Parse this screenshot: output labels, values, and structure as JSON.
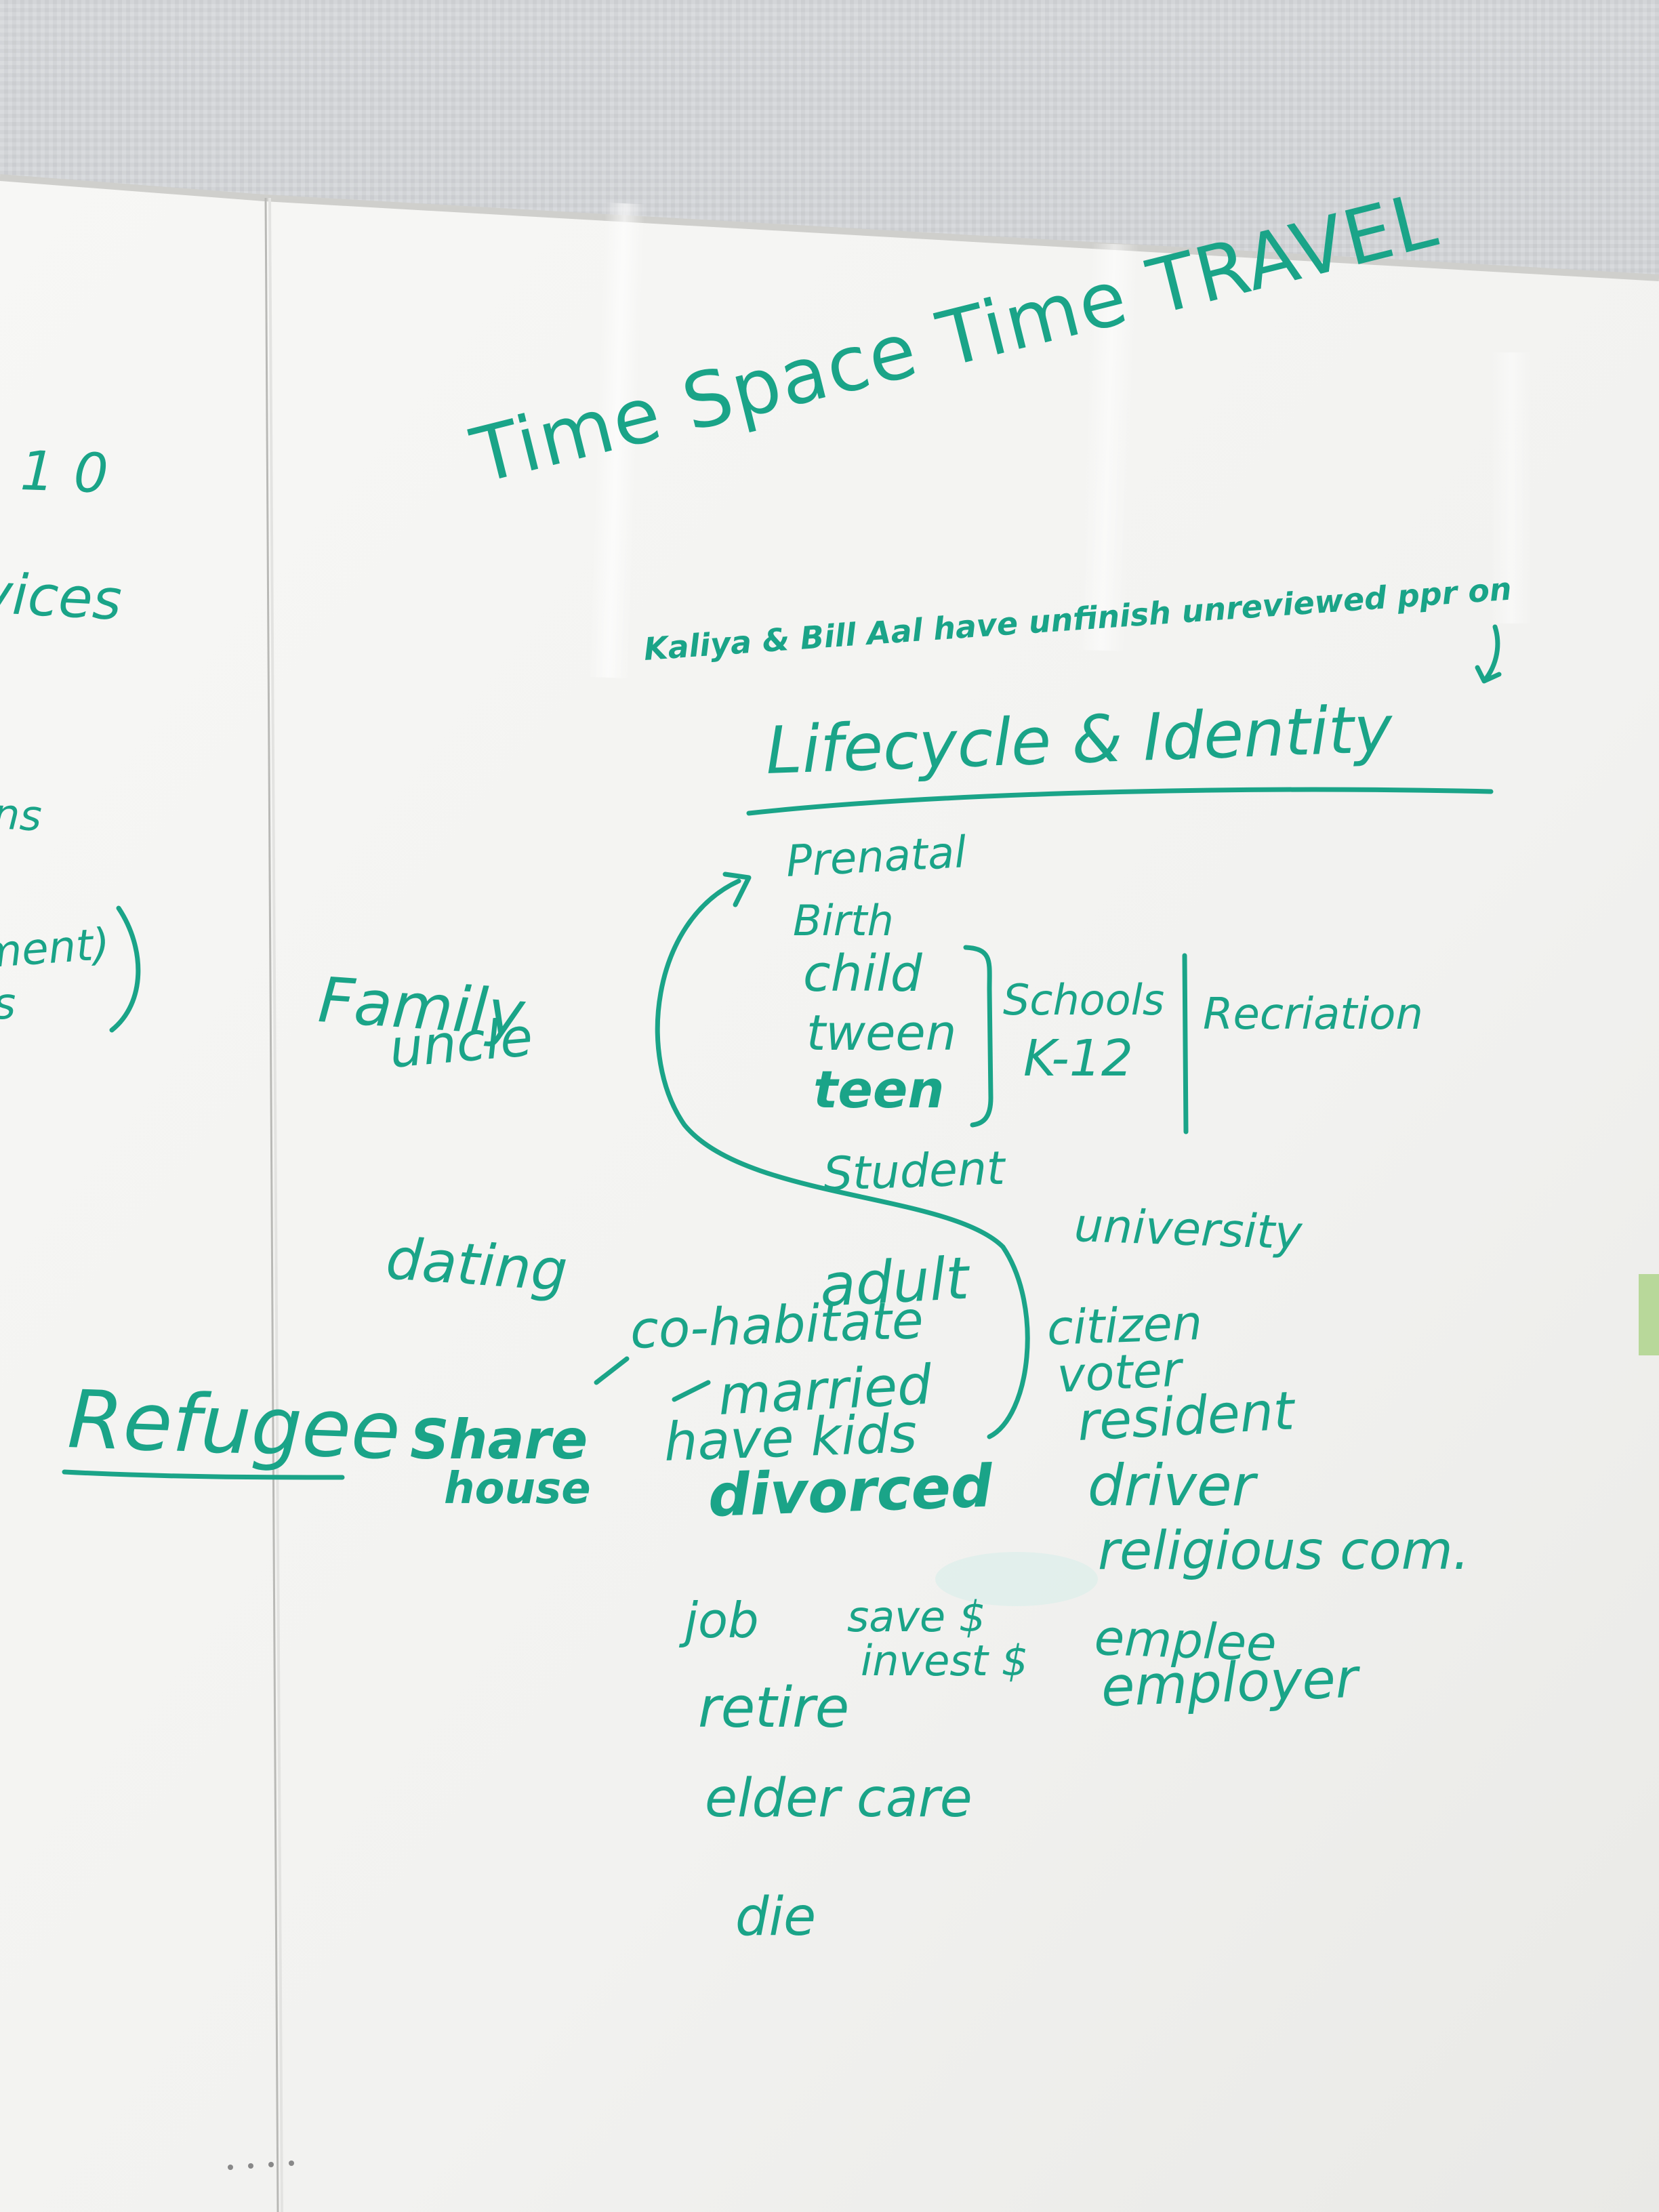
{
  "colors": {
    "marker_ink": "#1aa488",
    "board": "#f4f4f2",
    "wall": "#c9ccd0",
    "frame": "#d2d2d0"
  },
  "left_panel": {
    "fragment_1": "10",
    "fragment_2": "vices",
    "fragment_3": "ns",
    "fragment_4": "ment)",
    "fragment_5": "s"
  },
  "board": {
    "title": "Time Space Time TRAVEL",
    "note": "Kaliya & Bill Aal have unfinish unreviewed ppr on",
    "heading": "Lifecycle & Identity",
    "lifecycle": [
      "Prenatal",
      "Birth",
      "child",
      "tween",
      "teen"
    ],
    "schools": "Schools",
    "schools_grades": "K-12",
    "recreation": "Recriation",
    "student": "Student",
    "university": "university",
    "family": "Family",
    "uncle": "uncle",
    "dating": "dating",
    "refugee": "Refugee",
    "share": "Share",
    "house": "house",
    "adult": "adult",
    "cohabitate": "co-habitate",
    "married": "married",
    "have_kids": "have kids",
    "divorced": "divorced",
    "citizen_roles": [
      "citizen",
      "voter",
      "resident",
      "driver",
      "religious com.",
      "emplee",
      "employer"
    ],
    "job": "job",
    "retire": "retire",
    "save": "save $",
    "invest": "invest $",
    "elder_care": "elder care",
    "die": "die"
  }
}
